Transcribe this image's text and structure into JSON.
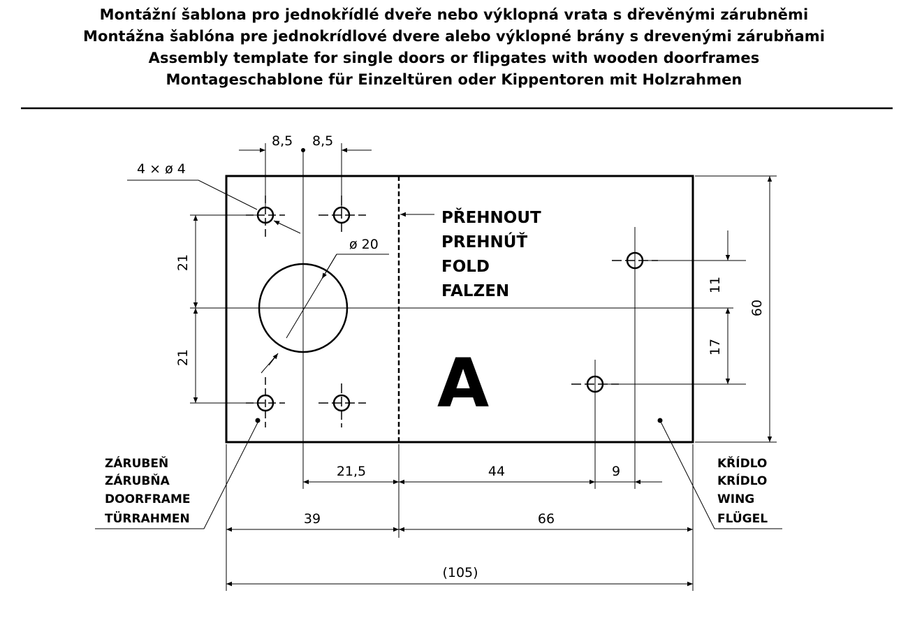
{
  "titles": [
    "Montážní šablona pro jednokřídlé dveře nebo výklopná vrata s dřevěnými zárubněmi",
    "Montážna šablóna pre jednokrídlové dvere alebo výklopné brány s drevenými zárubňami",
    "Assembly template for single doors or flipgates with wooden doorframes",
    "Montageschablone für Einzeltüren oder Kippentoren mit Holzrahmen"
  ],
  "callouts": {
    "holes": "4 × ø 4",
    "big_hole": "ø 20",
    "fold": [
      "PŘEHNOUT",
      "PREHNÚŤ",
      "FOLD",
      "FALZEN"
    ],
    "section": "A",
    "doorframe": [
      "ZÁRUBEŇ",
      "ZÁRUBŇA",
      "DOORFRAME",
      "TÜRRAHMEN"
    ],
    "wing": [
      "KŘÍDLO",
      "KRÍDLO",
      "WING",
      "FLÜGEL"
    ]
  },
  "dimensions": {
    "top_left": "8,5",
    "top_right": "8,5",
    "left_upper": "21",
    "left_lower": "21",
    "bottom_a": "21,5",
    "bottom_b": "44",
    "bottom_c": "9",
    "bottom_d": "39",
    "bottom_e": "66",
    "overall": "(105)",
    "right_upper": "11",
    "right_lower": "17",
    "right_total": "60"
  },
  "colors": {
    "ink": "#000000",
    "paper": "#ffffff"
  }
}
